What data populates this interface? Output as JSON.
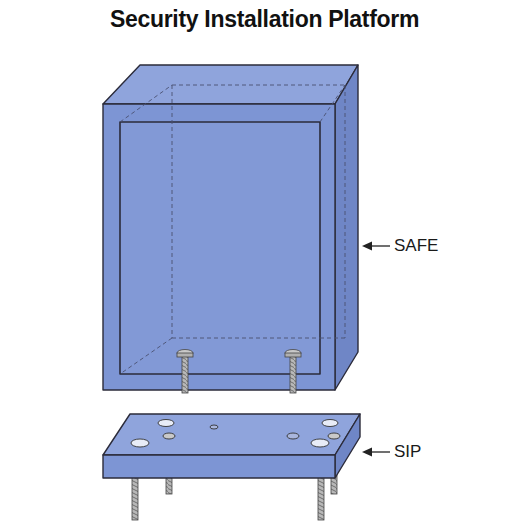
{
  "diagram": {
    "title": "Security Installation Platform",
    "labels": [
      "SAFE",
      "SIP"
    ]
  }
}
